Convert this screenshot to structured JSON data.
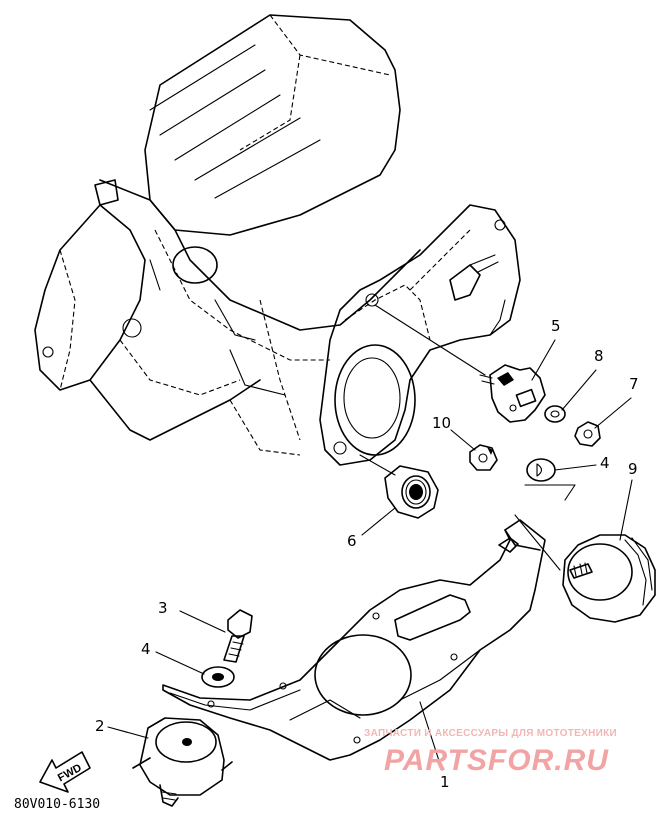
{
  "diagram": {
    "callouts": [
      {
        "id": "c1",
        "label": "1"
      },
      {
        "id": "c2",
        "label": "2"
      },
      {
        "id": "c3",
        "label": "3"
      },
      {
        "id": "c4a",
        "label": "4"
      },
      {
        "id": "c4b",
        "label": "4"
      },
      {
        "id": "c5",
        "label": "5"
      },
      {
        "id": "c6",
        "label": "6"
      },
      {
        "id": "c7",
        "label": "7"
      },
      {
        "id": "c8",
        "label": "8"
      },
      {
        "id": "c9",
        "label": "9"
      },
      {
        "id": "c10",
        "label": "10"
      }
    ],
    "drawing_code": "80V010-6130",
    "direction_marker": "FWD"
  },
  "watermark": {
    "tagline": "ЗАПЧАСТИ И АКСЕССУАРЫ ДЛЯ МОТОТЕХНИКИ",
    "brand": "PARTSFOR.RU",
    "color": "#f2a3a3"
  }
}
